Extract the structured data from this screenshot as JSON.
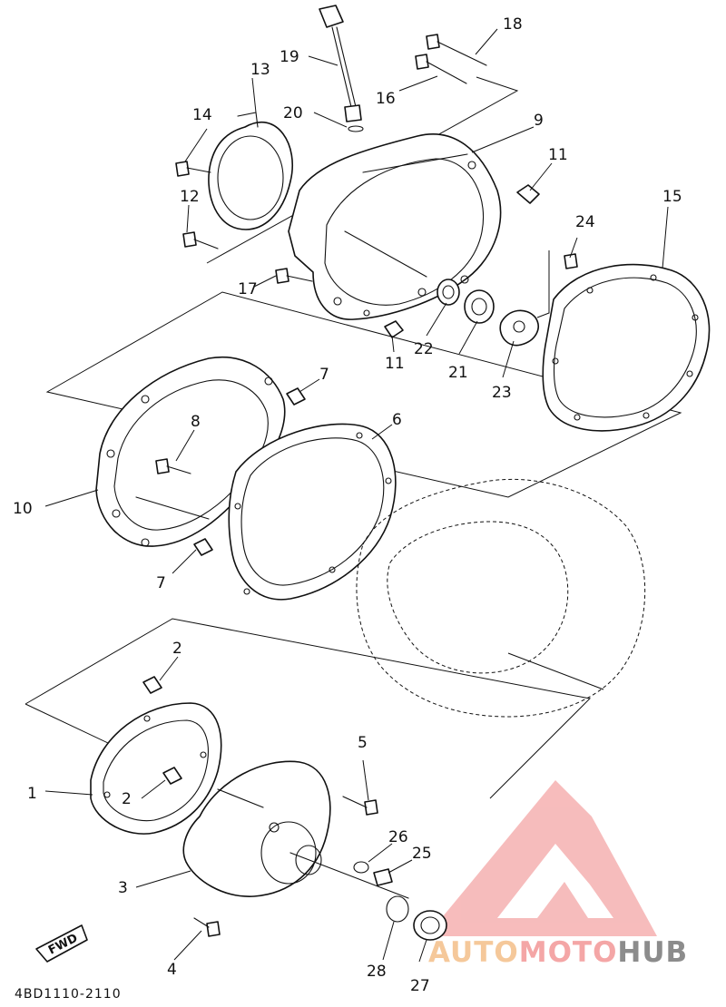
{
  "drawing_code": "4BD1110-2110",
  "fwd_label": "FWD",
  "watermark": {
    "part1": "AUTO",
    "part2": "MOTO",
    "part3": "HUB",
    "color_main": "#f4a6a6",
    "color_accent": "#f5c89a",
    "color_dark": "#8c8c8c"
  },
  "callouts": [
    "1",
    "2",
    "2",
    "3",
    "4",
    "5",
    "6",
    "7",
    "7",
    "8",
    "9",
    "10",
    "11",
    "11",
    "12",
    "13",
    "14",
    "15",
    "16",
    "17",
    "18",
    "19",
    "20",
    "21",
    "22",
    "23",
    "24",
    "25",
    "26",
    "27",
    "28"
  ]
}
